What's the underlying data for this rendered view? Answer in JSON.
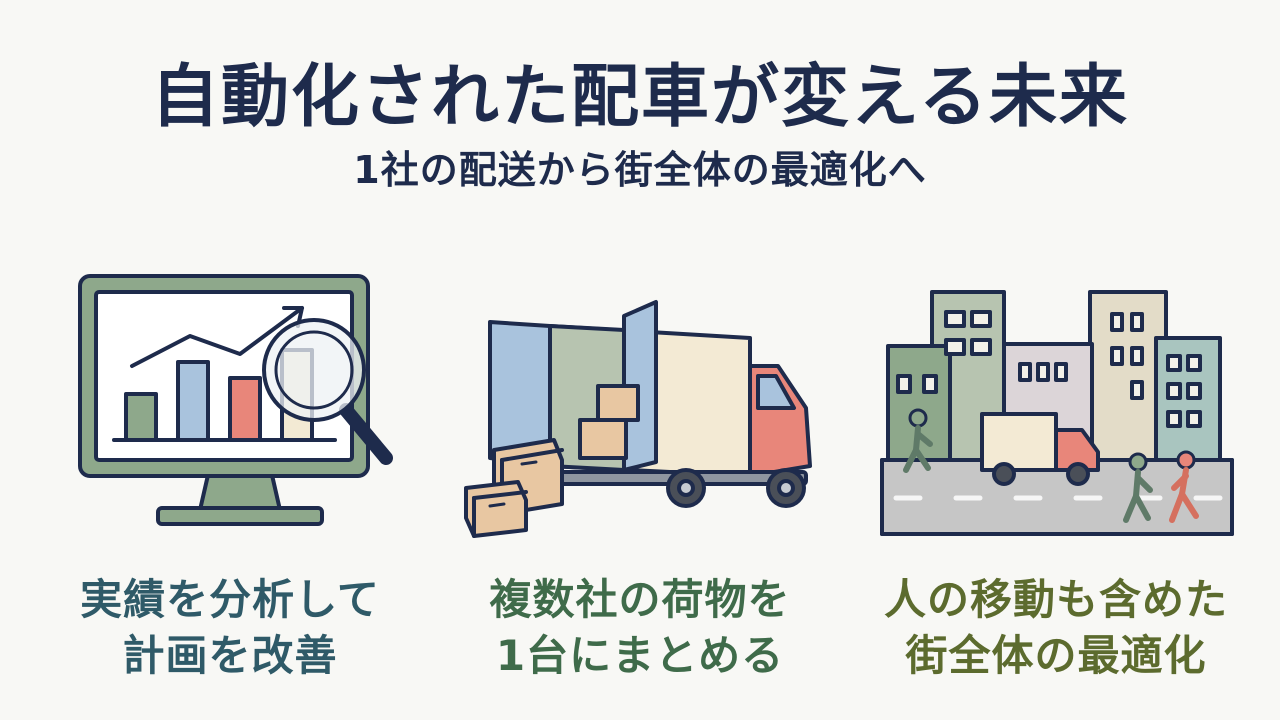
{
  "header": {
    "title": "自動化された配車が変える未来",
    "subtitle": "1社の配送から街全体の最適化へ"
  },
  "panels": [
    {
      "icon": "monitor-chart-magnifier-icon",
      "caption_lines": [
        "実績を分析して",
        "計画を改善"
      ],
      "color": "#2f5a68"
    },
    {
      "icon": "delivery-truck-boxes-icon",
      "caption_lines": [
        "複数社の荷物を",
        "1台にまとめる"
      ],
      "color": "#3f6b4a"
    },
    {
      "icon": "city-street-people-icon",
      "caption_lines": [
        "人の移動も含めた",
        "街全体の最適化"
      ],
      "color": "#5c6b2e"
    }
  ],
  "colors": {
    "navy": "#1e2b4c",
    "green": "#8ea88b",
    "blue": "#a9c3dd",
    "red": "#e8867a",
    "cream": "#f3ead4",
    "box": "#e8c7a2"
  }
}
